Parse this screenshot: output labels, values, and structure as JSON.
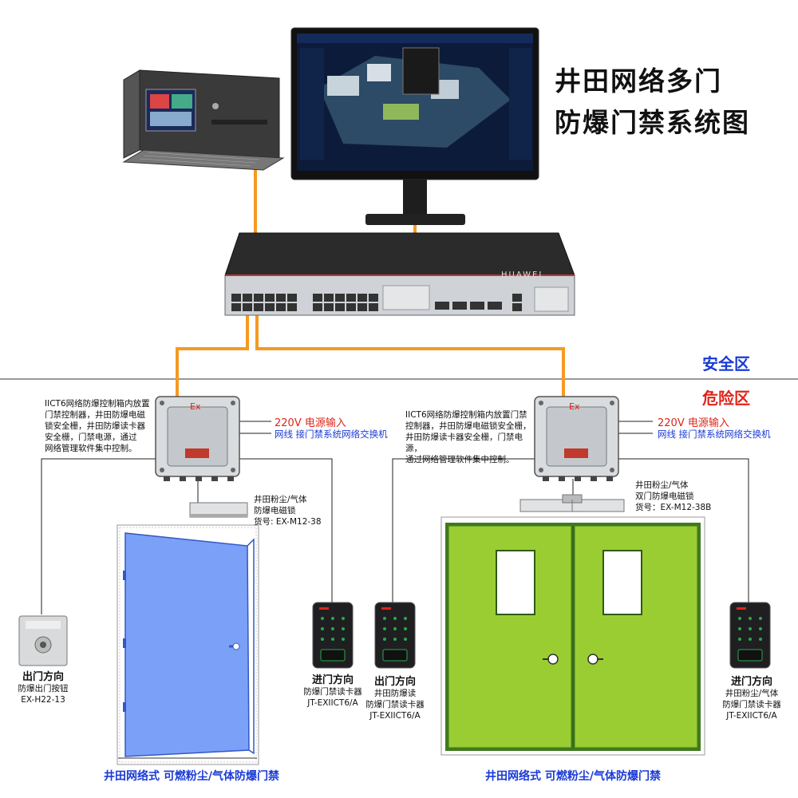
{
  "title": {
    "line1": "井田网络多门",
    "line2": "防爆门禁系统图"
  },
  "zones": {
    "safe": "安全区",
    "danger": "危险区"
  },
  "controller_left": {
    "note": [
      "IICT6网络防爆控制箱内放置",
      "门禁控制器，井田防爆电磁",
      "锁安全栅，井田防爆读卡器",
      "安全栅，门禁电源，通过",
      "网络管理软件集中控制。"
    ],
    "power": "220V 电源输入",
    "network": "网线 接门禁系统网络交换机",
    "badge": "Ex"
  },
  "controller_right": {
    "note": [
      "IICT6网络防爆控制箱内放置门禁",
      "控制器，井田防爆电磁锁安全栅，",
      "井田防爆读卡器安全栅，门禁电源，",
      "通过网络管理软件集中控制。"
    ],
    "power": "220V 电源输入",
    "network": "网线 接门禁系统网络交换机",
    "badge": "Ex"
  },
  "lock_left": {
    "lines": [
      "井田粉尘/气体",
      "防爆电磁锁",
      "货号: EX-M12-38"
    ]
  },
  "lock_right": {
    "lines": [
      "井田粉尘/气体",
      "双门防爆电磁锁",
      "货号：EX-M12-38B"
    ]
  },
  "exit_button": {
    "lines": [
      "出门方向",
      "防爆出门按钮",
      "EX-H22-13"
    ]
  },
  "reader_left_in": {
    "lines": [
      "进门方向",
      "防爆门禁读卡器",
      "JT-EXIICT6/A"
    ]
  },
  "reader_right_out": {
    "lines": [
      "出门方向",
      "井田防爆读",
      "防爆门禁读卡器",
      "JT-EXIICT6/A"
    ]
  },
  "reader_right_in": {
    "lines": [
      "进门方向",
      "井田粉尘/气体",
      "防爆门禁读卡器",
      "JT-EXIICT6/A"
    ]
  },
  "door_left": {
    "caption": "井田网络式  可燃粉尘/气体防爆门禁"
  },
  "door_right": {
    "caption": "井田网络式  可燃粉尘/气体防爆门禁"
  },
  "switch": {
    "brand": "HUAWEI"
  },
  "colors": {
    "wire_orange": "#f59a23",
    "door_blue": "#7ba0f7",
    "door_green": "#9acd32",
    "safe_blue": "#1a3ad6",
    "danger_red": "#e0241b"
  }
}
